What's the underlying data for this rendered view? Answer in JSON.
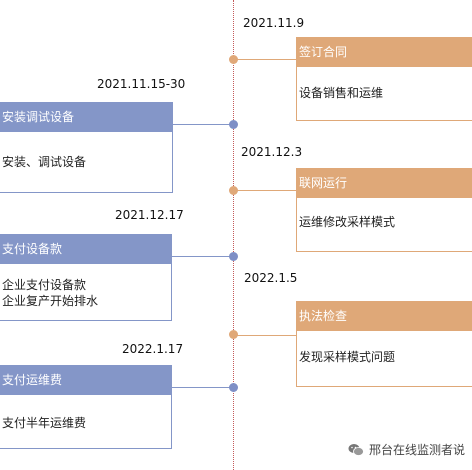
{
  "left_events": [
    {
      "date": "2021.11.15-30",
      "title": "安装调试设备",
      "body": "安装、调试设备"
    },
    {
      "date": "2021.12.17",
      "title": "支付设备款",
      "body": "企业支付设备款\n企业复产开始排水"
    },
    {
      "date": "2022.1.17",
      "title": "支付运维费",
      "body": "支付半年运维费"
    }
  ],
  "right_events": [
    {
      "date": "2021.11.9",
      "title": "签订合同",
      "body": "设备销售和运维"
    },
    {
      "date": "2021.12.3",
      "title": "联网运行",
      "body": "运维修改采样模式"
    },
    {
      "date": "2022.1.5",
      "title": "执法检查",
      "body": "发现采样模式问题"
    }
  ],
  "watermark": {
    "text": "邢台在线监测者说",
    "icon": "wechat-icon"
  },
  "colors": {
    "left": "#8496c8",
    "right": "#dfa878",
    "axis": "#c45a5a"
  }
}
